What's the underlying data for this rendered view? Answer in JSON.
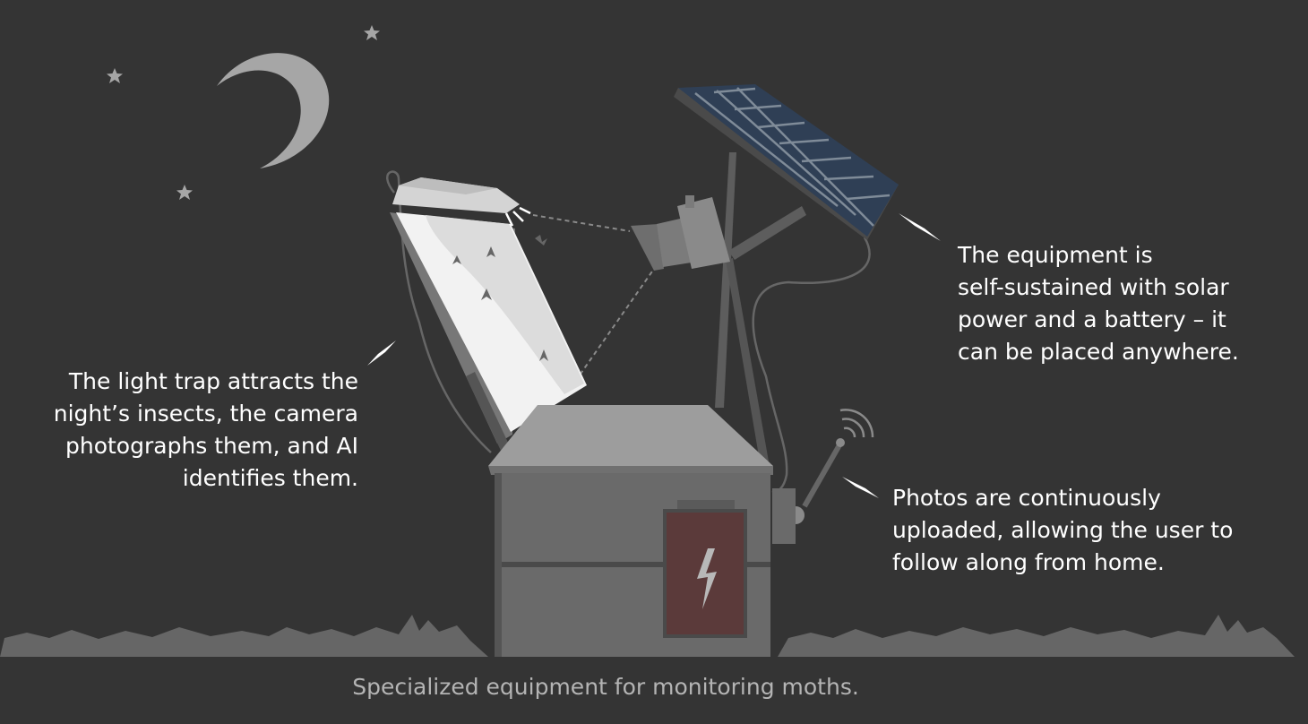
{
  "callouts": {
    "light_trap": [
      "The light trap attracts the",
      "night’s insects, the camera",
      "photographs them, and AI",
      "identifies them."
    ],
    "solar": [
      "The equipment is",
      "self-sustained with solar",
      "power and a battery – it",
      "can be placed anywhere."
    ],
    "upload": [
      "Photos are continuously",
      "uploaded, allowing the user to",
      "follow along from home."
    ]
  },
  "caption": "Specialized equipment for monitoring moths.",
  "colors": {
    "background": "#343434",
    "text": "#ffffff",
    "caption": "#b4b4b4",
    "panel": "#2f3f55",
    "battery": "#5b3a3a",
    "trap_screen": "#f2f2f2"
  },
  "icons": [
    "moon-icon",
    "star-icon",
    "lightning-bolt-icon",
    "wifi-signal-icon"
  ]
}
